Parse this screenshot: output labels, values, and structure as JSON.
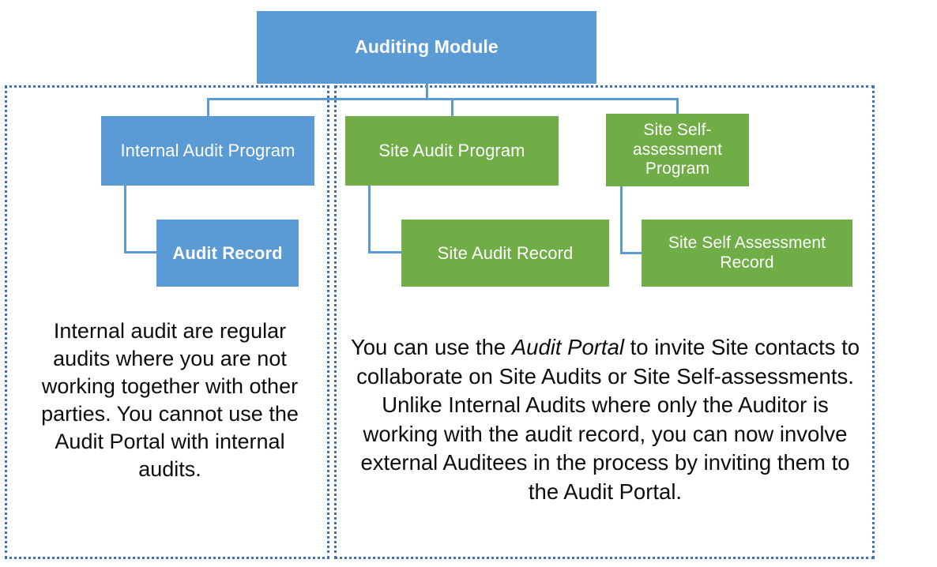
{
  "diagram": {
    "title": "Auditing Module",
    "root": {
      "label": "Auditing Module",
      "color": "#5b9bd5",
      "text_color": "#ffffff"
    },
    "palette": {
      "blue": "#5b9bd5",
      "green": "#70ad47",
      "connector": "#5b9bd5",
      "panel_border": "#3f72b5",
      "text_dark": "#0d0d0d",
      "background": "#ffffff"
    },
    "branches": [
      {
        "id": "internal",
        "color": "#5b9bd5",
        "program": {
          "label": "Internal Audit Program"
        },
        "record": {
          "label": "Audit Record"
        },
        "caption": "Internal audit are regular audits where you are not working together with other parties. You cannot use the Audit Portal with internal audits."
      },
      {
        "id": "site-audit",
        "color": "#70ad47",
        "program": {
          "label": "Site Audit Program"
        },
        "record": {
          "label": "Site Audit Record"
        }
      },
      {
        "id": "site-self-assessment",
        "color": "#70ad47",
        "program": {
          "label": "Site Self-assessment Program"
        },
        "record": {
          "label": "Site Self Assessment Record"
        }
      }
    ],
    "captions": {
      "left": "Internal audit are regular audits where you are not working together with other parties. You cannot use the Audit Portal with internal audits.",
      "right_part1": "You can use the ",
      "right_emphasis": "Audit Portal",
      "right_part2": " to invite Site contacts to collaborate on Site Audits or Site Self-assessments. Unlike Internal Audits where only the Auditor is working with the audit record, you can now involve external Auditees in the process by inviting them to the Audit Portal."
    }
  }
}
